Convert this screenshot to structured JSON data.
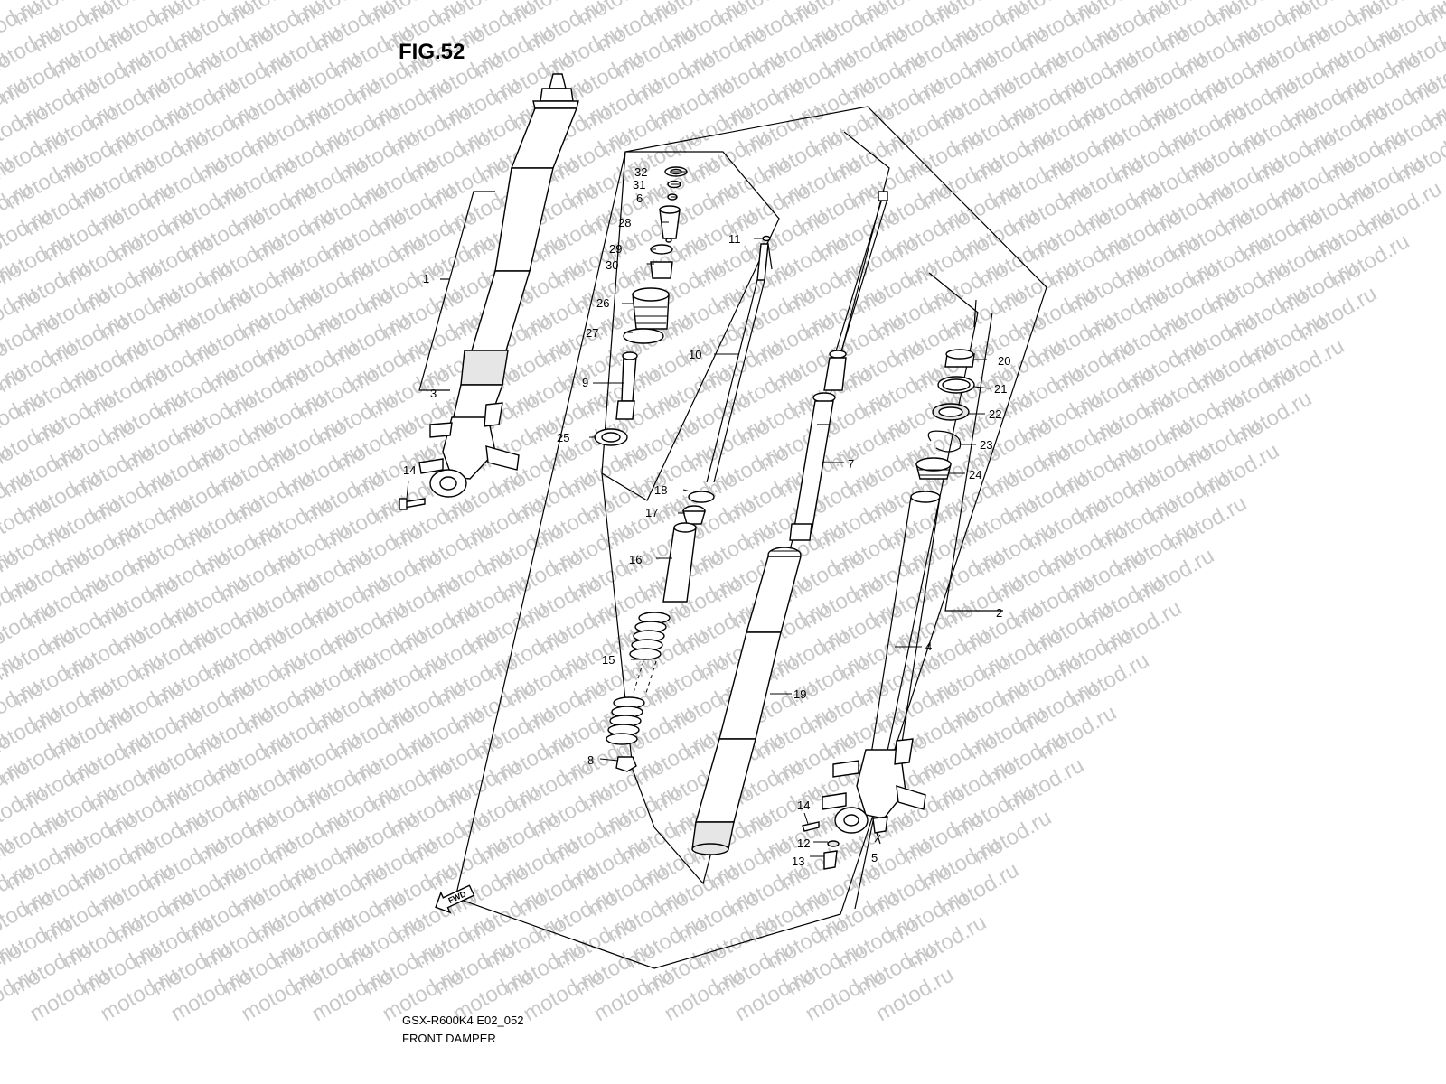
{
  "figure": {
    "title": "FIG.52"
  },
  "watermark": {
    "text": "motod.ru"
  },
  "caption": {
    "model_code": "GSX-R600K4 E02_052",
    "name": "FRONT DAMPER"
  },
  "forward_marker": {
    "text": "FWD",
    "icon": "forward-arrow-icon"
  },
  "colors": {
    "line": "#000000",
    "watermark": "#c8c8c8",
    "background": "#ffffff"
  },
  "callouts": {
    "c1": "1",
    "c2": "2",
    "c3": "3",
    "c4": "4",
    "c5": "5",
    "c6": "6",
    "c7": "7",
    "c8": "8",
    "c9": "9",
    "c10": "10",
    "c11": "11",
    "c12": "12",
    "c13": "13",
    "c14a": "14",
    "c14b": "14",
    "c15": "15",
    "c16": "16",
    "c17": "17",
    "c18": "18",
    "c19": "19",
    "c20": "20",
    "c21": "21",
    "c22": "22",
    "c23": "23",
    "c24": "24",
    "c25": "25",
    "c26": "26",
    "c27": "27",
    "c28": "28",
    "c29": "29",
    "c30": "30",
    "c31": "31",
    "c32": "32"
  }
}
